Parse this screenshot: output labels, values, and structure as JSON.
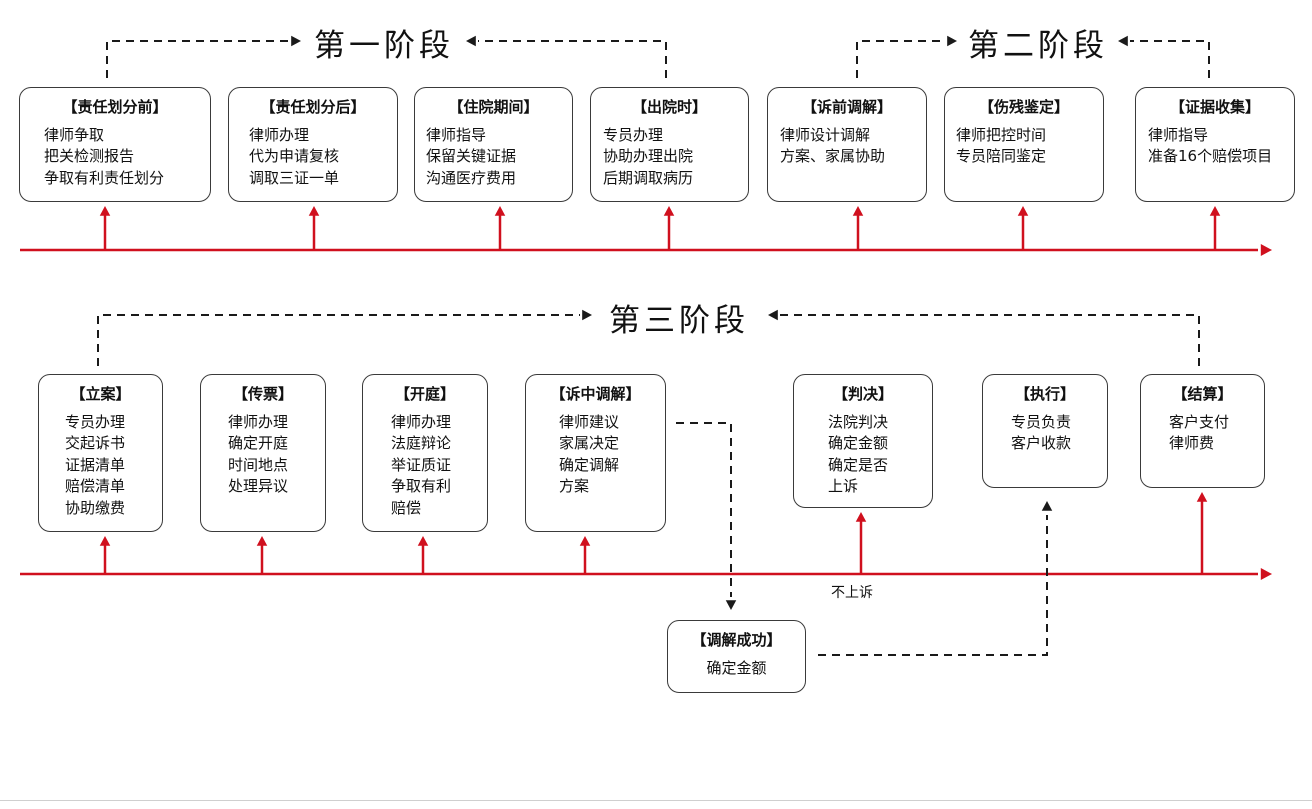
{
  "colors": {
    "timeline": "#d0101e",
    "box_border": "#3a3a3a",
    "dashed": "#1a1a1a"
  },
  "stages": [
    "第一阶段",
    "第二阶段",
    "第三阶段"
  ],
  "boxes": [
    {
      "title": "【责任划分前】",
      "lines": [
        "律师争取",
        "把关检测报告",
        "争取有利责任划分"
      ]
    },
    {
      "title": "【责任划分后】",
      "lines": [
        "律师办理",
        "代为申请复核",
        "调取三证一单"
      ]
    },
    {
      "title": "【住院期间】",
      "lines": [
        "律师指导",
        "保留关键证据",
        "沟通医疗费用"
      ]
    },
    {
      "title": "【出院时】",
      "lines": [
        "专员办理",
        "协助办理出院",
        "后期调取病历"
      ]
    },
    {
      "title": "【诉前调解】",
      "lines": [
        "律师设计调解",
        "方案、家属协助"
      ]
    },
    {
      "title": "【伤残鉴定】",
      "lines": [
        "律师把控时间",
        "专员陪同鉴定"
      ]
    },
    {
      "title": "【证据收集】",
      "lines": [
        "律师指导",
        "准备16个赔偿项目"
      ]
    },
    {
      "title": "【立案】",
      "lines": [
        "专员办理",
        "交起诉书",
        "证据清单",
        "赔偿清单",
        "协助缴费"
      ]
    },
    {
      "title": "【传票】",
      "lines": [
        "律师办理",
        "确定开庭",
        "时间地点",
        "处理异议"
      ]
    },
    {
      "title": "【开庭】",
      "lines": [
        "律师办理",
        "法庭辩论",
        "举证质证",
        "争取有利",
        "赔偿"
      ]
    },
    {
      "title": "【诉中调解】",
      "lines": [
        "律师建议",
        "家属决定",
        "确定调解",
        "方案"
      ]
    },
    {
      "title": "【判决】",
      "lines": [
        "法院判决",
        "确定金额",
        "确定是否",
        "上诉"
      ]
    },
    {
      "title": "【执行】",
      "lines": [
        "专员负责",
        "客户收款"
      ]
    },
    {
      "title": "【结算】",
      "lines": [
        "客户支付",
        "律师费"
      ]
    },
    {
      "title": "【调解成功】",
      "lines": [
        "确定金额"
      ]
    }
  ],
  "annotations": {
    "no_appeal": "不上诉"
  }
}
